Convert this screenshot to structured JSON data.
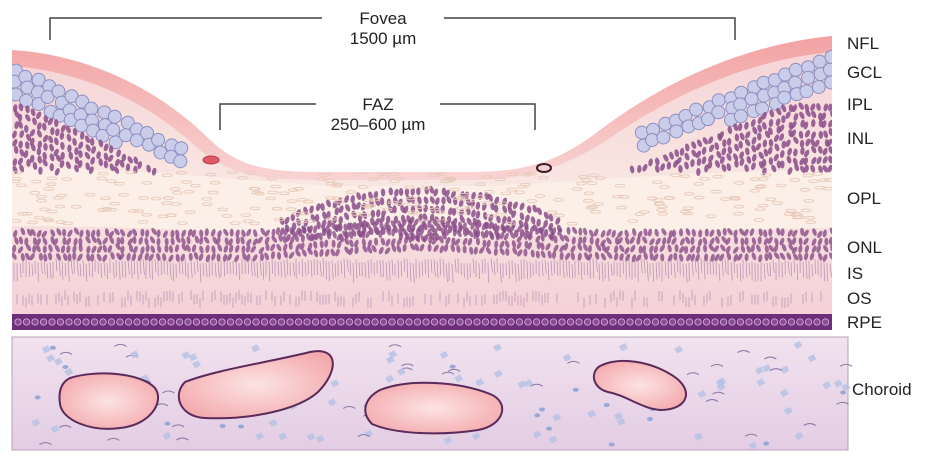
{
  "brackets": {
    "fovea": {
      "name": "Fovea",
      "size": "1500 µm"
    },
    "faz": {
      "name": "FAZ",
      "size": "250–600 µm"
    }
  },
  "layers": [
    {
      "label": "NFL"
    },
    {
      "label": "GCL"
    },
    {
      "label": "IPL"
    },
    {
      "label": "INL"
    },
    {
      "label": "OPL"
    },
    {
      "label": "ONL"
    },
    {
      "label": "IS"
    },
    {
      "label": "OS"
    },
    {
      "label": "RPE"
    }
  ],
  "choroid": {
    "label": "Choroid"
  },
  "colors": {
    "nfl": "#f2a7a7",
    "retina_pink": "#f7d4d4",
    "opl": "#fbeee6",
    "nucleus": "#8a4c8a",
    "ganglion": "#c9cdea",
    "rpe": "#6e2f7a",
    "choroid_bg": "#ecdcec",
    "vessel_wall": "#5a2a5a",
    "vessel_fill": "#f7c2c2"
  }
}
